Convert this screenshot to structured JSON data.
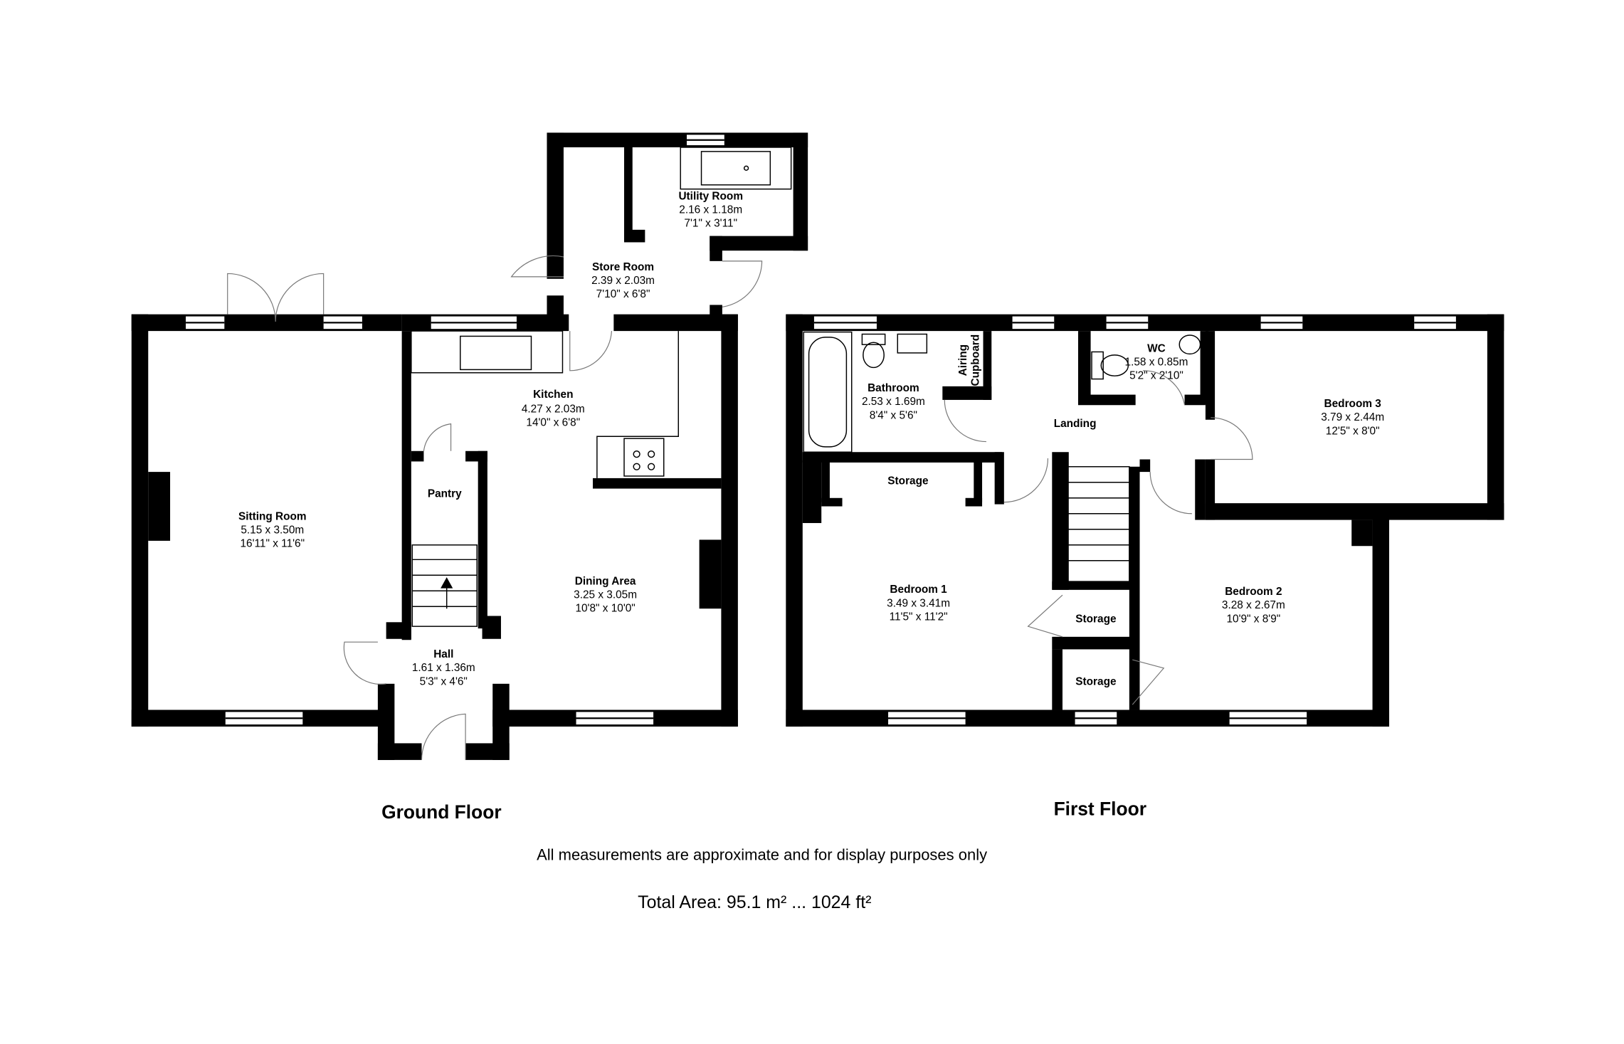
{
  "rooms": {
    "utility": {
      "name": "Utility Room",
      "metric": "2.16 x 1.18m",
      "imperial": "7'1\" x 3'11\""
    },
    "store": {
      "name": "Store Room",
      "metric": "2.39 x 2.03m",
      "imperial": "7'10\" x 6'8\""
    },
    "kitchen": {
      "name": "Kitchen",
      "metric": "4.27 x 2.03m",
      "imperial": "14'0\" x 6'8\""
    },
    "pantry": {
      "name": "Pantry"
    },
    "sitting": {
      "name": "Sitting Room",
      "metric": "5.15 x 3.50m",
      "imperial": "16'11\" x 11'6\""
    },
    "dining": {
      "name": "Dining Area",
      "metric": "3.25 x 3.05m",
      "imperial": "10'8\" x 10'0\""
    },
    "hall": {
      "name": "Hall",
      "metric": "1.61 x 1.36m",
      "imperial": "5'3\" x 4'6\""
    },
    "bathroom": {
      "name": "Bathroom",
      "metric": "2.53 x 1.69m",
      "imperial": "8'4\" x 5'6\""
    },
    "airing": {
      "line1": "Airing",
      "line2": "Cupboard"
    },
    "wc": {
      "name": "WC",
      "metric": "1.58 x 0.85m",
      "imperial": "5'2\" x 2'10\""
    },
    "landing": {
      "name": "Landing"
    },
    "bedroom3": {
      "name": "Bedroom 3",
      "metric": "3.79 x 2.44m",
      "imperial": "12'5\" x 8'0\""
    },
    "storage_top": {
      "name": "Storage"
    },
    "bedroom1": {
      "name": "Bedroom 1",
      "metric": "3.49 x 3.41m",
      "imperial": "11'5\" x 11'2\""
    },
    "storage_mid": {
      "name": "Storage"
    },
    "storage_low": {
      "name": "Storage"
    },
    "bedroom2": {
      "name": "Bedroom 2",
      "metric": "3.28 x 2.67m",
      "imperial": "10'9\" x 8'9\""
    }
  },
  "floors": {
    "ground": "Ground Floor",
    "first": "First Floor"
  },
  "note": "All measurements are approximate and for display purposes only",
  "total_area": "Total Area: 95.1 m² ... 1024 ft²"
}
